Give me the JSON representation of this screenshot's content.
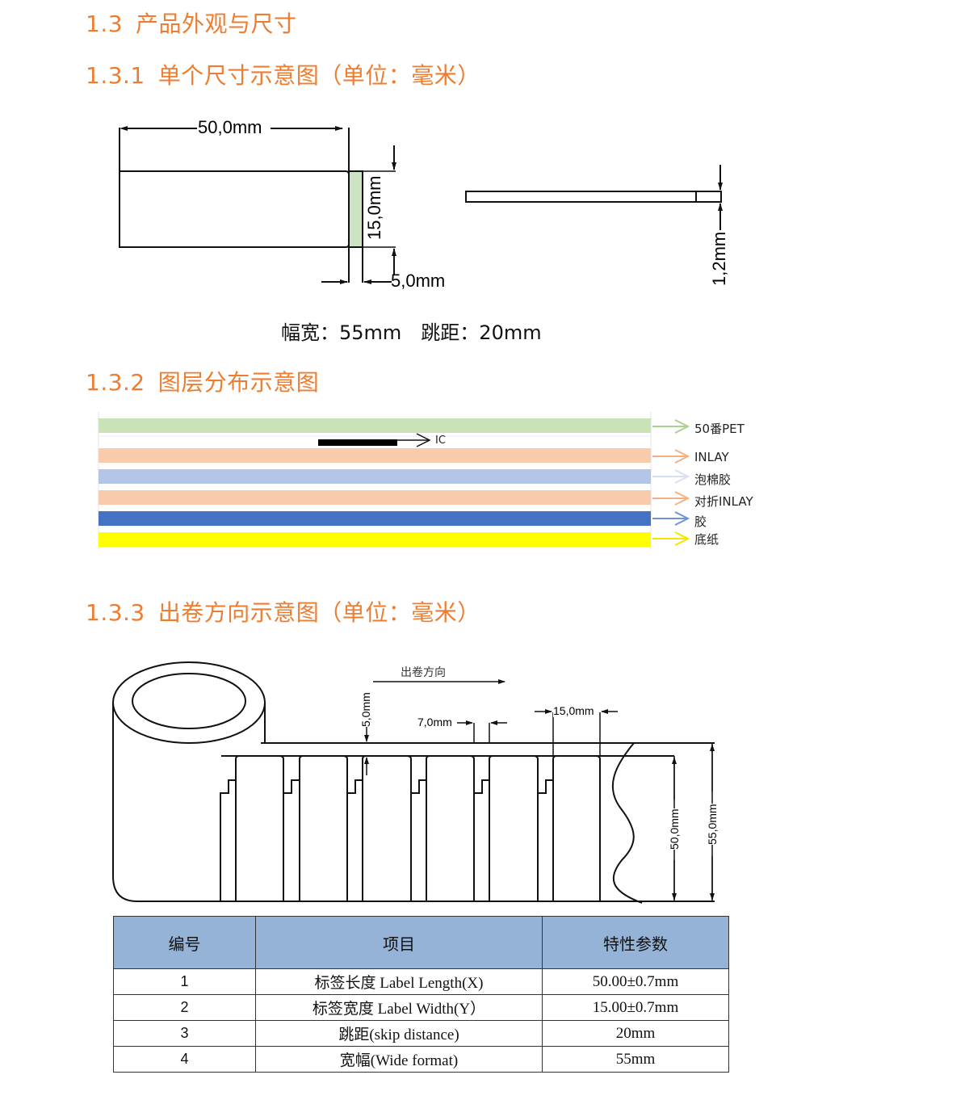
{
  "headings": {
    "section": {
      "num": "1.3",
      "title": "产品外观与尺寸"
    },
    "single_size": {
      "num": "1.3.1",
      "title": "单个尺寸示意图（单位：毫米）"
    },
    "layers": {
      "num": "1.3.2",
      "title": "图层分布示意图"
    },
    "roll_direction": {
      "num": "1.3.3",
      "title": "出卷方向示意图（单位：毫米）"
    }
  },
  "colors": {
    "heading": "#ED7D31",
    "table_header": "#95B3D7",
    "ic_mark_fill": "#CCE4C4"
  },
  "single_size_diagram": {
    "length_label": "50,0mm",
    "width_label": "15,0mm",
    "ic_width_label": "5,0mm",
    "thickness_label": "1,2mm",
    "caption": "幅宽：55mm　跳距：20mm"
  },
  "layer_diagram": {
    "ic_label": "IC",
    "layers": [
      {
        "name": "50番PET",
        "color": "#C9E2B7"
      },
      {
        "name": "INLAY",
        "color": "#F8CBAD"
      },
      {
        "name": "泡棉胶",
        "color": "#B4C6E7"
      },
      {
        "name": "对折INLAY",
        "color": "#F8CBAD"
      },
      {
        "name": "胶",
        "color": "#4472C4"
      },
      {
        "name": "底纸",
        "color": "#FFFF00"
      }
    ]
  },
  "roll_diagram": {
    "direction_label": "出卷方向",
    "top_margin_label": "5,0mm",
    "gap_label": "7,0mm",
    "label_width_label": "15,0mm",
    "label_length_label": "50,0mm",
    "web_width_label": "55,0mm"
  },
  "spec_table": {
    "headers": [
      "编号",
      "项目",
      "特性参数"
    ],
    "rows": [
      {
        "no": "1",
        "item": "标签长度 Label Length(X)",
        "value": "50.00±0.7mm"
      },
      {
        "no": "2",
        "item": "标签宽度 Label Width(Y）",
        "value": "15.00±0.7mm"
      },
      {
        "no": "3",
        "item": "跳距(skip distance)",
        "value": "20mm"
      },
      {
        "no": "4",
        "item": "宽幅(Wide format)",
        "value": "55mm"
      }
    ]
  }
}
